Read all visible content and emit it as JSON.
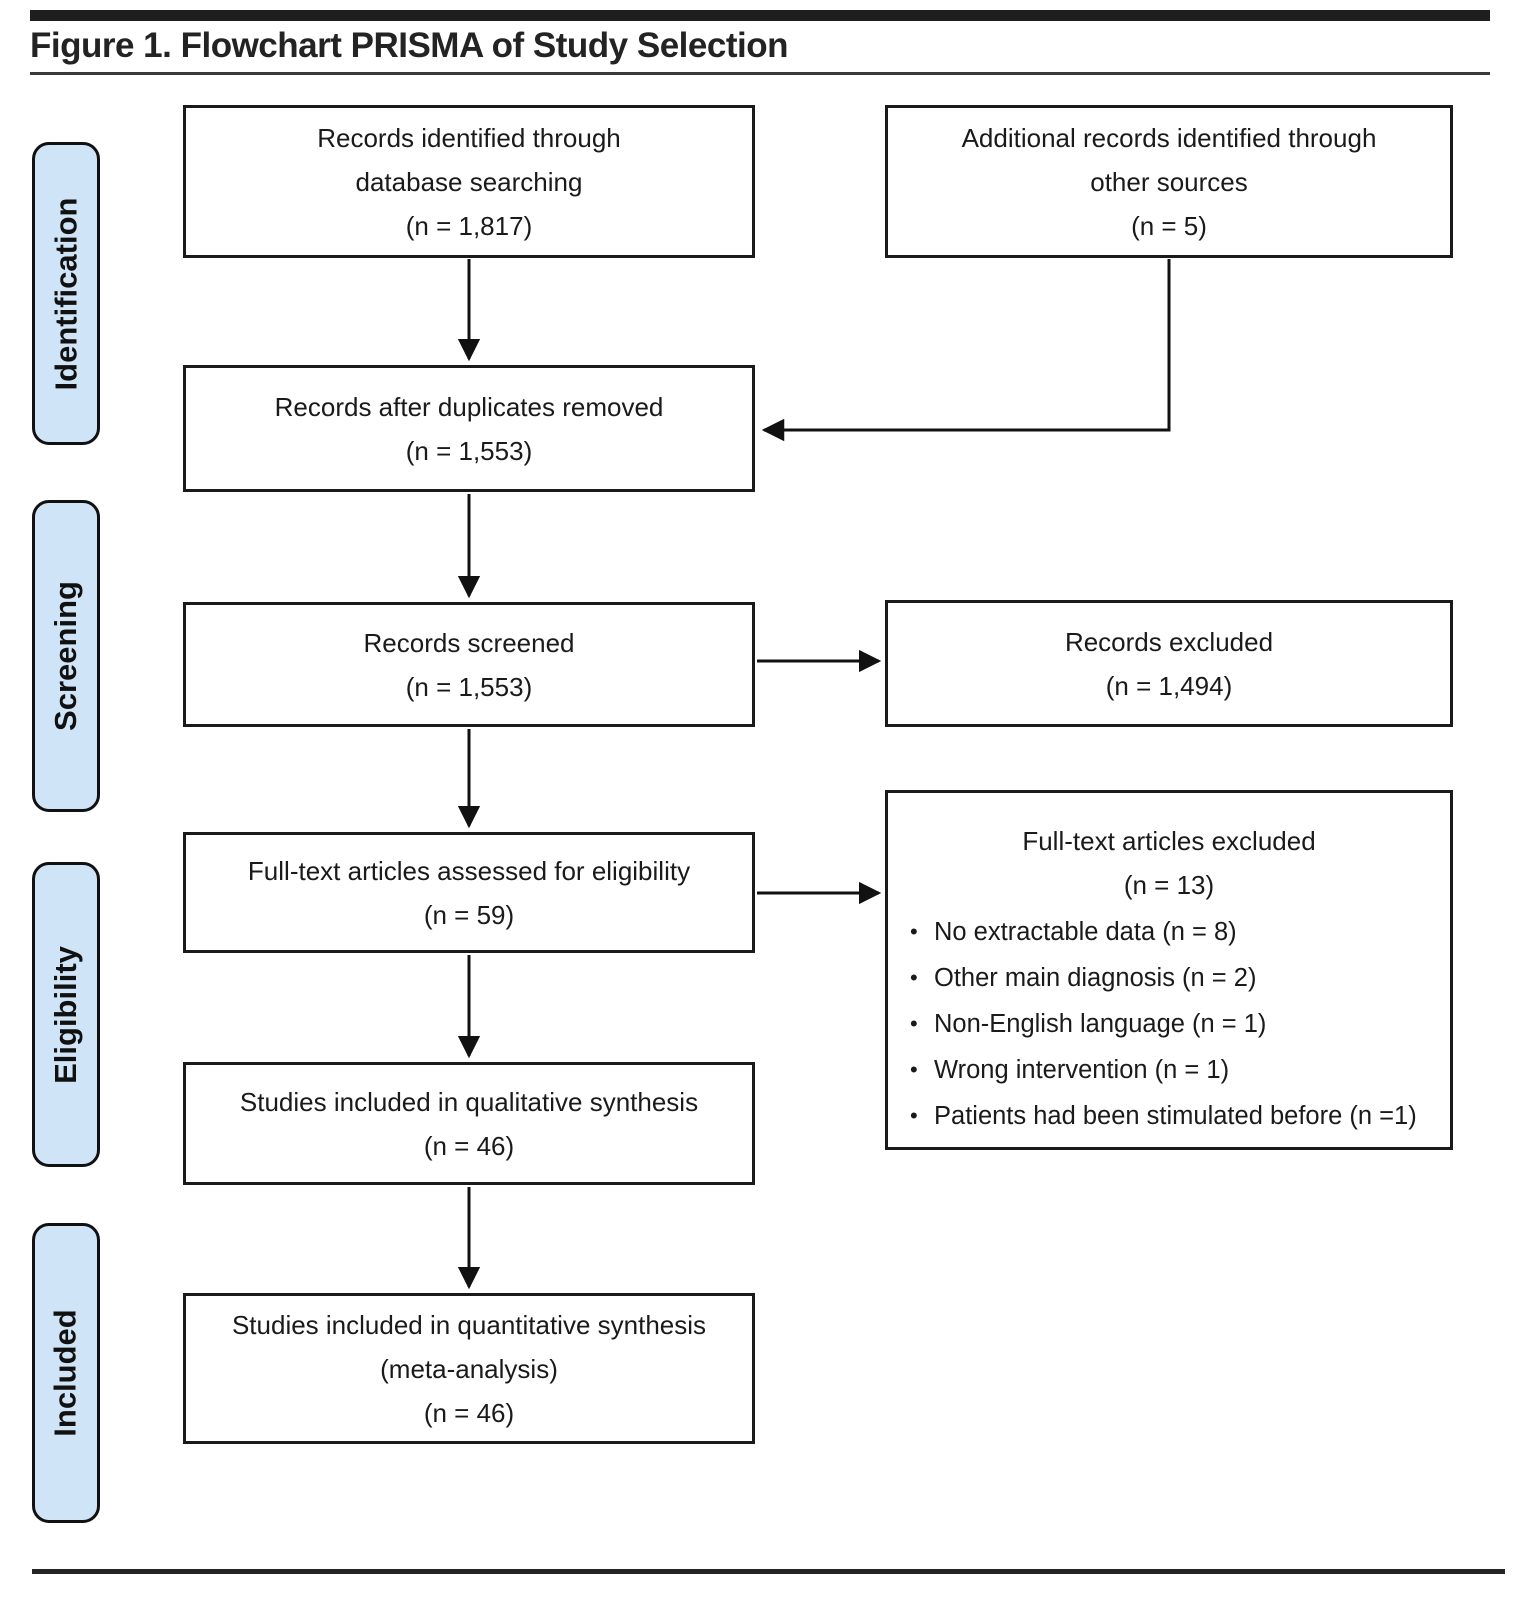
{
  "figure": {
    "title": "Figure 1. Flowchart PRISMA of Study Selection"
  },
  "stages": [
    {
      "label": "Identification"
    },
    {
      "label": "Screening"
    },
    {
      "label": "Eligibility"
    },
    {
      "label": "Included"
    }
  ],
  "boxes": {
    "records_db": {
      "lines": [
        "Records identified through",
        "database searching",
        "(n = 1,817)"
      ]
    },
    "additional_records": {
      "lines": [
        "Additional records identified through",
        "other sources",
        "(n = 5)"
      ]
    },
    "after_duplicates": {
      "lines": [
        "Records after duplicates removed",
        "(n = 1,553)"
      ]
    },
    "screened": {
      "lines": [
        "Records screened",
        "(n = 1,553)"
      ]
    },
    "records_excluded": {
      "lines": [
        "Records excluded",
        "(n = 1,494)"
      ]
    },
    "fulltext_assessed": {
      "lines": [
        "Full-text articles assessed for eligibility",
        "(n = 59)"
      ]
    },
    "fulltext_excluded": {
      "title": "Full-text articles excluded",
      "n": "(n = 13)",
      "bullets": [
        "No extractable data (n = 8)",
        "Other main diagnosis (n = 2)",
        "Non-English language (n = 1)",
        "Wrong intervention (n = 1)",
        "Patients had been stimulated before (n =1)"
      ]
    },
    "qualitative": {
      "lines": [
        "Studies included in qualitative synthesis",
        "(n = 46)"
      ]
    },
    "quantitative": {
      "lines": [
        "Studies included in quantitative synthesis",
        "(meta-analysis)",
        "(n = 46)"
      ]
    }
  },
  "colors": {
    "stage_fill": "#cfe5f7",
    "border": "#1a1a1a",
    "text": "#1a1a1a"
  }
}
